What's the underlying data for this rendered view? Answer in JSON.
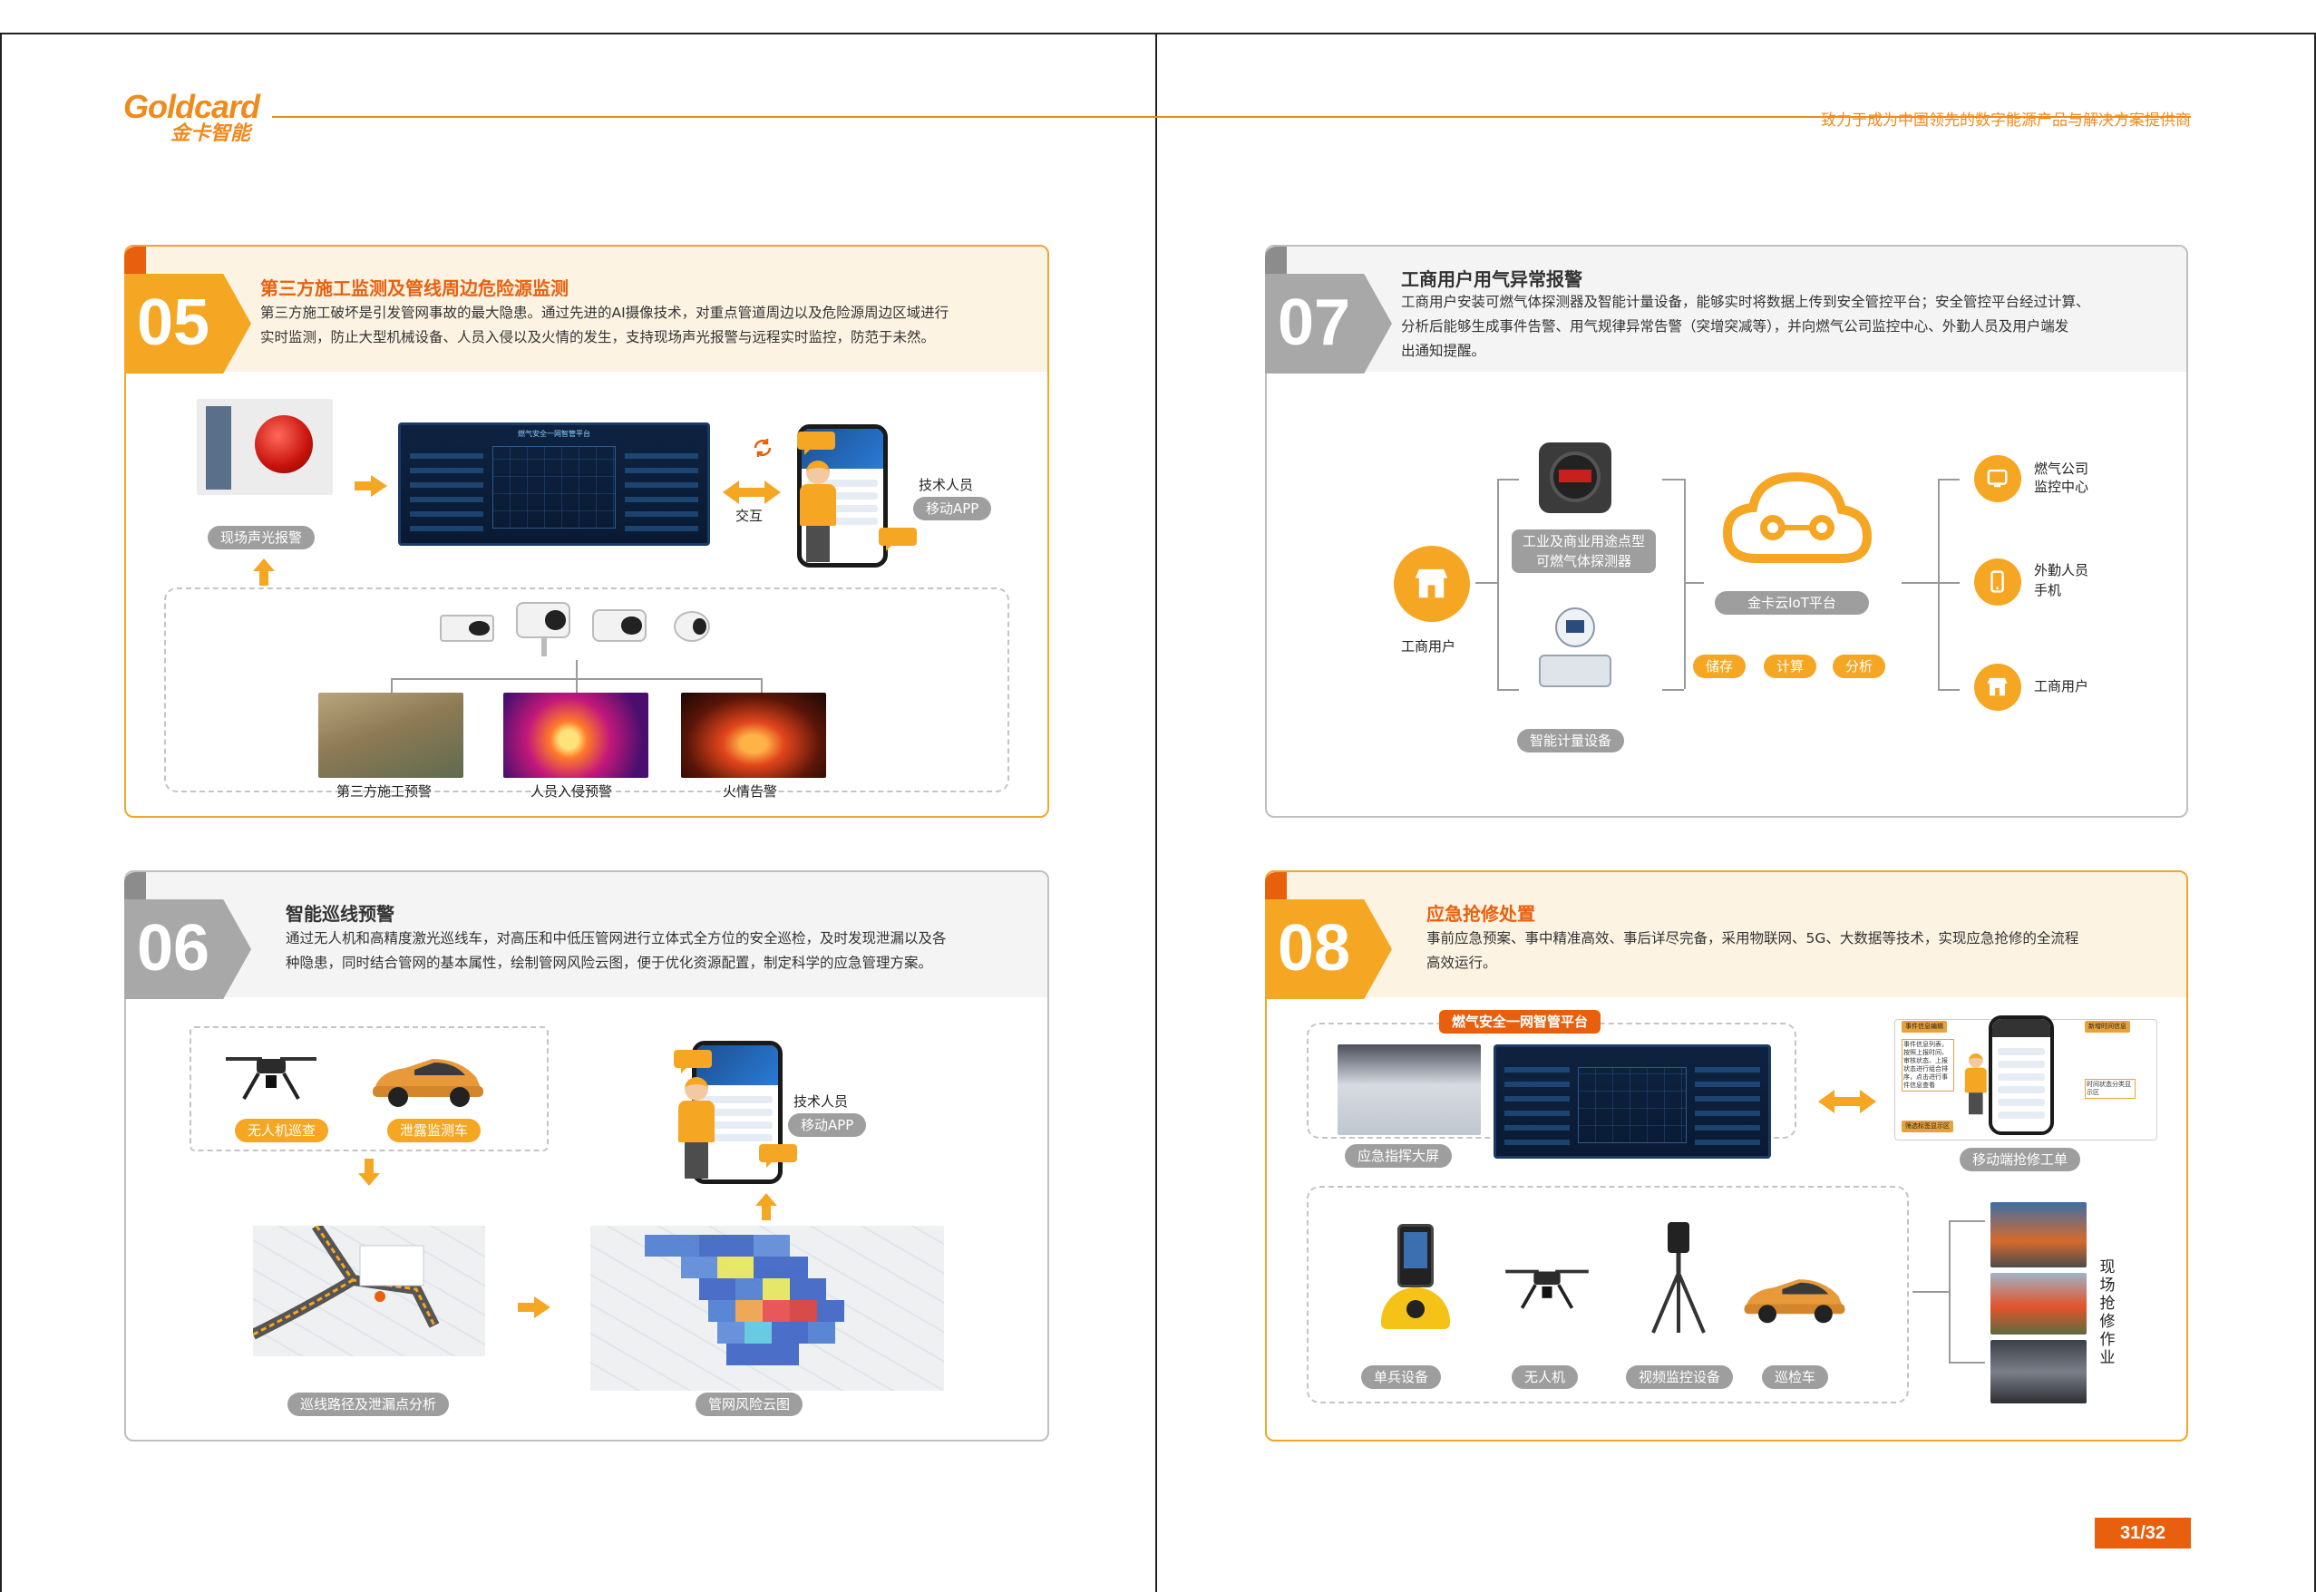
{
  "header": {
    "logo_en": "Goldcard",
    "logo_cn": "金卡智能",
    "tagline": "致力于成为中国领先的数字能源产品与解决方案提供商"
  },
  "sections": {
    "s05": {
      "number": "05",
      "title": "第三方施工监测及管线周边危险源监测",
      "desc_line1": "第三方施工破坏是引发管网事故的最大隐患。通过先进的AI摄像技术，对重点管道周边以及危险源周边区域进行",
      "desc_line2": "实时监测，防止大型机械设备、人员入侵以及火情的发生，支持现场声光报警与远程实时监控，防范于未然。",
      "alarm_label": "现场声光报警",
      "interact_label": "交互",
      "tech_label": "技术人员",
      "app_label": "移动APP",
      "cap_construction": "第三方施工预警",
      "cap_intrusion": "人员入侵预警",
      "cap_fire": "火情告警",
      "screen_title": "燃气安全一网智管平台"
    },
    "s06": {
      "number": "06",
      "title": "智能巡线预警",
      "desc_line1": "通过无人机和高精度激光巡线车，对高压和中低压管网进行立体式全方位的安全巡检，及时发现泄漏以及各",
      "desc_line2": "种隐患，同时结合管网的基本属性，绘制管网风险云图，便于优化资源配置，制定科学的应急管理方案。",
      "drone_label": "无人机巡查",
      "car_label": "泄露监测车",
      "tech_label": "技术人员",
      "app_label": "移动APP",
      "route_label": "巡线路径及泄漏点分析",
      "risk_label": "管网风险云图"
    },
    "s07": {
      "number": "07",
      "title": "工商用户用气异常报警",
      "desc_line1": "工商用户安装可燃气体探测器及智能计量设备，能够实时将数据上传到安全管控平台；安全管控平台经过计算、",
      "desc_line2": "分析后能够生成事件告警、用气规律异常告警（突增突减等），并向燃气公司监控中心、外勤人员及用户端发",
      "desc_line3": "出通知提醒。",
      "user_label": "工商用户",
      "detector_line1": "工业及商业用途点型",
      "detector_line2": "可燃气体探测器",
      "meter_label": "智能计量设备",
      "platform_label": "金卡云IoT平台",
      "store_label": "储存",
      "compute_label": "计算",
      "analyze_label": "分析",
      "target1_line1": "燃气公司",
      "target1_line2": "监控中心",
      "target2_line1": "外勤人员",
      "target2_line2": "手机",
      "target3_label": "工商用户"
    },
    "s08": {
      "number": "08",
      "title": "应急抢修处置",
      "desc_line1": "事前应急预案、事中精准高效、事后详尽完备，采用物联网、5G、大数据等技术，实现应急抢修的全流程",
      "desc_line2": "高效运行。",
      "platform_label": "燃气安全一网智管平台",
      "command_label": "应急指挥大屏",
      "mobile_label": "移动端抢修工单",
      "soldier_label": "单兵设备",
      "drone_label": "无人机",
      "video_label": "视频监控设备",
      "patrol_label": "巡检车",
      "onsite_label": "现场抢修作业",
      "ann_event_edit": "事件信息编辑",
      "ann_event_list": "事件信息列表，按照上报时间、审核状态、上报状态进行组合排序，点击进行事件信息查看",
      "ann_view": "筛选标签显示区",
      "ann_new": "新增时间信息",
      "ann_time": "时间状态分类显示区"
    }
  },
  "footer": {
    "page": "31/32"
  }
}
